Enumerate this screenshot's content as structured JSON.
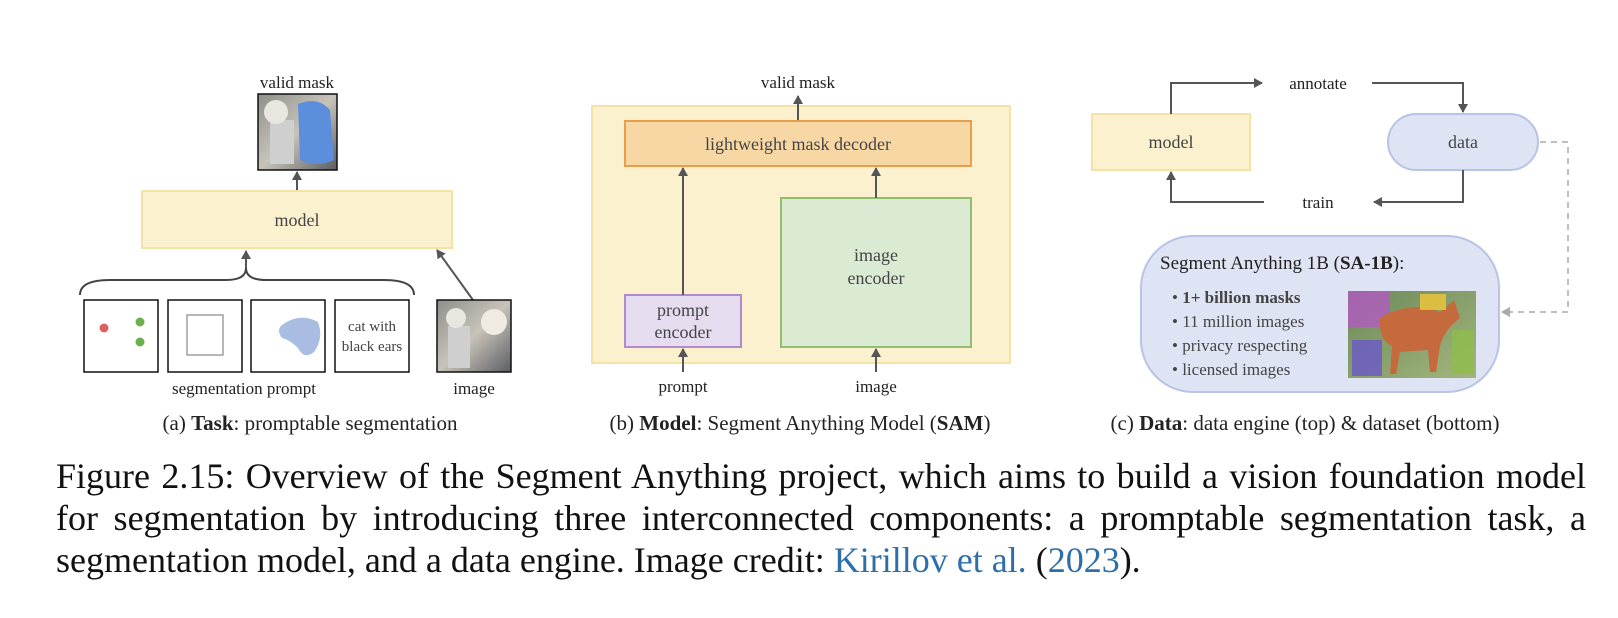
{
  "task": {
    "valid_mask": "valid mask",
    "model": "model",
    "text_prompt_line1": "cat with",
    "text_prompt_line2": "black ears",
    "segmentation_prompt": "segmentation prompt",
    "image": "image",
    "caption_prefix": "(a) ",
    "caption_bold": "Task",
    "caption_rest": ": promptable segmentation"
  },
  "model": {
    "valid_mask": "valid mask",
    "decoder": "lightweight mask decoder",
    "image_encoder_line1": "image",
    "image_encoder_line2": "encoder",
    "prompt_encoder_line1": "prompt",
    "prompt_encoder_line2": "encoder",
    "prompt": "prompt",
    "image": "image",
    "caption_prefix": "(b) ",
    "caption_bold": "Model",
    "caption_mid": ": Segment Anything Model (",
    "caption_bold2": "SAM",
    "caption_end": ")"
  },
  "data": {
    "annotate": "annotate",
    "train": "train",
    "model": "model",
    "data": "data",
    "sa1b_prefix": "Segment Anything 1B (",
    "sa1b_bold": "SA-1B",
    "sa1b_suffix": "):",
    "bullet_1": "1+ billion masks",
    "bullet_2": "11 million images",
    "bullet_3": "privacy respecting",
    "bullet_4": "licensed images",
    "caption_prefix": "(c) ",
    "caption_bold": "Data",
    "caption_rest": ": data engine (top) & dataset (bottom)"
  },
  "caption": {
    "text": "Figure 2.15: Overview of the Segment Anything project, which aims to build a vision foundation model for segmentation by introducing three interconnected components: a promptable segmentation task, a segmentation model, and a data engine. Image credit: ",
    "cite_author": "Kirillov et al.",
    "cite_open": " (",
    "cite_year": "2023",
    "cite_close": ")."
  },
  "colors": {
    "yellow_fill": "#fcf1cf",
    "yellow_stroke": "#f7e2a6",
    "orange_fill": "#f7d7a4",
    "orange_stroke": "#eb9e4a",
    "green_fill": "#dbead2",
    "green_stroke": "#8fbf6e",
    "purple_fill": "#e6dcef",
    "purple_stroke": "#b08ccf",
    "blue_fill": "#dfe4f4",
    "blue_stroke": "#b8c4e6",
    "arrow": "#555555",
    "link": "#2e6fa9"
  },
  "icons": [
    "photo-placeholder",
    "arrow",
    "brace",
    "point-prompt",
    "box-prompt",
    "mask-prompt"
  ]
}
